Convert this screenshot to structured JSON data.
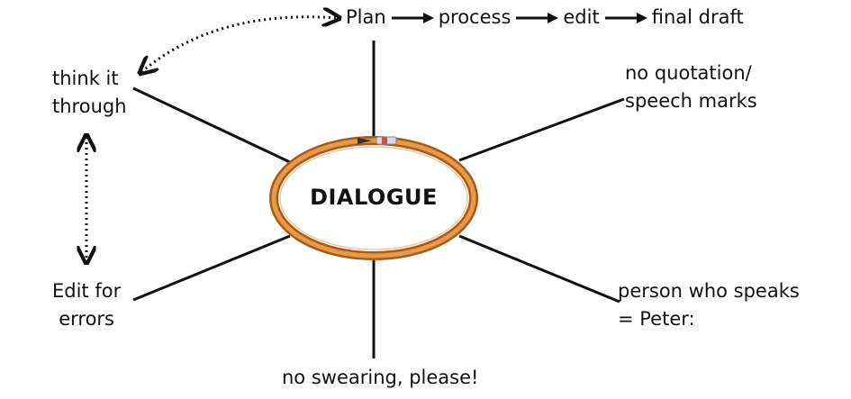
{
  "center": {
    "title": "DIALOGUE"
  },
  "flow": {
    "steps": [
      "Plan",
      "process",
      "edit",
      "final draft"
    ]
  },
  "nodes": {
    "think": {
      "line1": "think it",
      "line2": "through"
    },
    "quotation": {
      "line1": "no quotation/",
      "line2": "speech marks"
    },
    "speaker": {
      "line1": "person who speaks",
      "line2": "= Peter:"
    },
    "swearing": {
      "line1": "no swearing, please!"
    },
    "edit_errors": {
      "line1": "Edit for",
      "line2": "errors"
    }
  },
  "colors": {
    "ring_outer": "#b8661e",
    "ring_inner": "#e89a48",
    "ink": "#111111"
  }
}
